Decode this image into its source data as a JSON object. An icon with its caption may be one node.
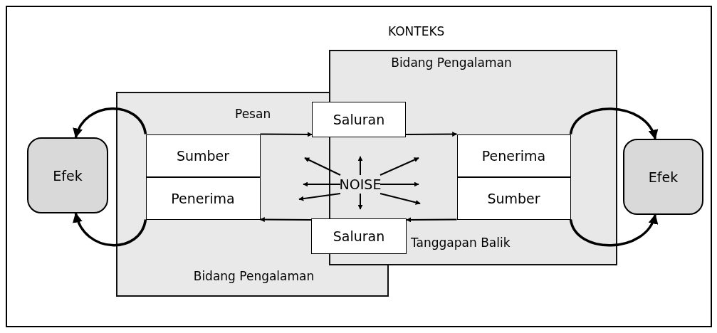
{
  "diagram": {
    "nodes": [
      {
        "text": [
          "KONTEKS"
        ]
      },
      {
        "text": [
          "Bidang Pengalaman"
        ],
        "in": 0
      },
      {
        "text": [
          "Bidang Pengalaman"
        ],
        "in": 0
      },
      {
        "text": [
          "Efek"
        ],
        "in": 0
      },
      {
        "text": [
          "Sumber"
        ],
        "in": 1
      },
      {
        "text": [
          "Penerima"
        ],
        "in": 1
      },
      {
        "text": [
          "Saluran"
        ],
        "in": 0
      },
      {
        "text": [
          "NOISE"
        ]
      },
      {
        "text": [
          "Saluran"
        ],
        "in": 0
      },
      {
        "text": [
          "Penerima"
        ],
        "in": 2
      },
      {
        "text": [
          "Sumber"
        ],
        "in": 2
      },
      {
        "text": [
          "Efek"
        ],
        "in": 0
      }
    ],
    "edges": [
      {
        "from": 4,
        "to": 6,
        "arrow": "to",
        "label": "Pesan"
      },
      {
        "from": 6,
        "to": 9,
        "arrow": "to"
      },
      {
        "from": 10,
        "to": 8,
        "arrow": "to",
        "label": "Tanggapan Balik"
      },
      {
        "from": 8,
        "to": 5,
        "arrow": "to"
      },
      {
        "from": 4,
        "to": 3,
        "arrow": "to"
      },
      {
        "from": 5,
        "to": 3,
        "arrow": "to"
      },
      {
        "from": 9,
        "to": 11,
        "arrow": "to"
      },
      {
        "from": 10,
        "to": 11,
        "arrow": "to"
      },
      {
        "from": 7,
        "to": null,
        "arrow": "to"
      },
      {
        "from": 7,
        "to": null,
        "arrow": "to"
      },
      {
        "from": 7,
        "to": null,
        "arrow": "to"
      },
      {
        "from": 7,
        "to": null,
        "arrow": "to"
      },
      {
        "from": 7,
        "to": null,
        "arrow": "to"
      },
      {
        "from": 7,
        "to": null,
        "arrow": "to"
      },
      {
        "from": 7,
        "to": null,
        "arrow": "to"
      },
      {
        "from": 7,
        "to": null,
        "arrow": "to"
      }
    ]
  }
}
